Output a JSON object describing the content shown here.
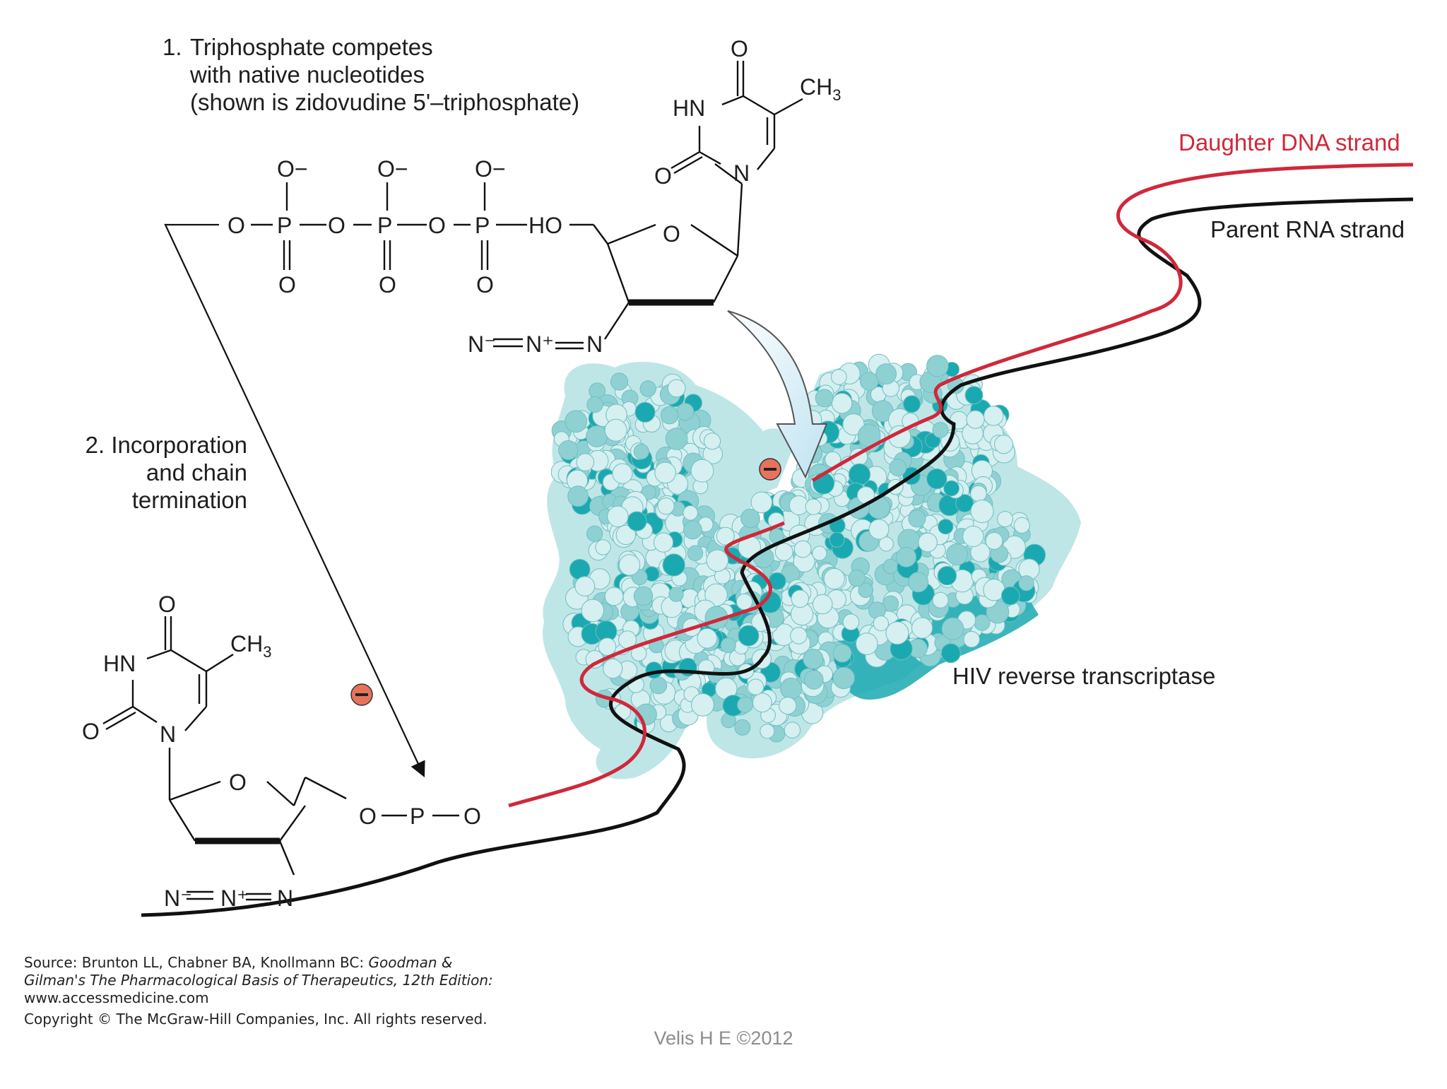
{
  "step1": {
    "number": "1.",
    "lines": [
      "Triphosphate competes",
      "with native nucleotides",
      "(shown is zidovudine 5'–triphosphate)"
    ]
  },
  "step2": {
    "number": "2.",
    "lines": [
      "Incorporation",
      "and chain",
      "termination"
    ]
  },
  "strands": {
    "daughter": "Daughter DNA strand",
    "parent": "Parent RNA strand"
  },
  "enzyme_label": "HIV reverse transcriptase",
  "atoms": {
    "O": "O",
    "O_minus": "O−",
    "P": "P",
    "HO": "HO",
    "HN": "HN",
    "N": "N",
    "CH": "CH",
    "sub3": "3",
    "azide_n1": "N⁻",
    "azide_n2": "N⁺",
    "azide_n3": "N",
    "minus_sign": "−"
  },
  "source": {
    "line1_prefix": "Source: Brunton LL, Chabner BA, Knollmann BC: ",
    "line1_italic": "Goodman &",
    "line2_italic": "Gilman's The Pharmacological Basis of Therapeutics, 12th Edition:",
    "line3": "www.accessmedicine.com",
    "line4": "Copyright © The McGraw-Hill Companies, Inc. All rights reserved."
  },
  "footer": "Velis H E ©2012",
  "colors": {
    "daughter_strand": "#d0283a",
    "parent_strand": "#111111",
    "protein_light": "#d6eff0",
    "protein_mid": "#8fd1d3",
    "protein_dark": "#1aa9b0",
    "inhibit_badge": "#e8735d"
  }
}
